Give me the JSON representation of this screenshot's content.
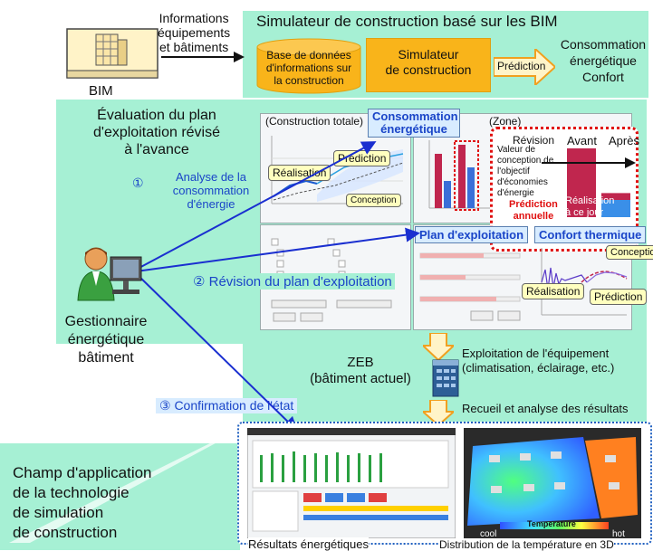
{
  "bim": {
    "info_label": [
      "Informations",
      "équipements",
      "et bâtiments"
    ],
    "bim_label": "BIM"
  },
  "simulator": {
    "title": "Simulateur de construction basé sur les BIM",
    "database_label": [
      "Base de données",
      "d'informations sur",
      "la construction"
    ],
    "simulator_label": [
      "Simulateur",
      "de construction"
    ],
    "prediction_arrow": "Prédiction",
    "outputs": [
      "Consommation",
      "énergétique",
      "Confort"
    ]
  },
  "evaluation": {
    "title": [
      "Évaluation du plan",
      "d'exploitation révisé",
      "à l'avance"
    ],
    "step1_num": "①",
    "step1_label": [
      "Analyse de la",
      "consommation",
      "d'énergie"
    ],
    "step2_label": "② Révision du plan d'exploitation",
    "step3_label": "③ Confirmation de l'état"
  },
  "dashboard": {
    "construction_total": "(Construction totale)",
    "zone": "(Zone)",
    "energy_consumption_box": [
      "Consommation",
      "énergétique"
    ],
    "realisation": "Réalisation",
    "prediction": "Prédiction",
    "conception": "Conception",
    "revision": "Révision",
    "avant": "Avant",
    "apres": "Après",
    "design_value": [
      "Valeur de",
      "conception de",
      "l'objectif",
      "d'économies",
      "d'énergie"
    ],
    "annual_prediction": [
      "Prédiction",
      "annuelle"
    ],
    "realisation_today": [
      "Réalisation",
      "à ce jour"
    ],
    "plan_box": "Plan d'exploitation",
    "thermal_box": "Confort thermique",
    "thermal_conception": "Conception",
    "thermal_realisation": "Réalisation",
    "thermal_prediction": "Prédiction"
  },
  "manager": {
    "label": [
      "Gestionnaire",
      "énergétique",
      "bâtiment"
    ]
  },
  "zeb": {
    "label": [
      "ZEB",
      "(bâtiment actuel)"
    ],
    "equipment": [
      "Exploitation de l'équipement",
      "(climatisation, éclairage, etc.)"
    ],
    "analysis": "Recueil et analyse des résultats"
  },
  "results": {
    "energy_results": "Résultats énergétiques",
    "temperature_distribution": "Distribution de la température en 3D",
    "legend_title": "Temperature",
    "cool": "cool",
    "hot": "hot"
  },
  "scope": {
    "label": [
      "Champ d'application",
      "de la technologie",
      "de simulation",
      "de construction"
    ]
  },
  "chart_data": {
    "type": "bar",
    "categories": [
      "Avant",
      "Après"
    ],
    "series": [
      {
        "name": "Prédiction annuelle",
        "values": [
          1.0,
          0.35
        ]
      },
      {
        "name": "Réalisation à ce jour",
        "values": [
          0,
          0.25
        ]
      }
    ],
    "title": "",
    "xlabel": "",
    "ylabel": "",
    "ylim": [
      0,
      1.0
    ]
  },
  "colors": {
    "teal": "#a6f0d4",
    "orange": "#f9b41a",
    "blue_text": "#1a45c8",
    "crimson": "#c0264e",
    "arrow_blue": "#1a2fd0"
  }
}
